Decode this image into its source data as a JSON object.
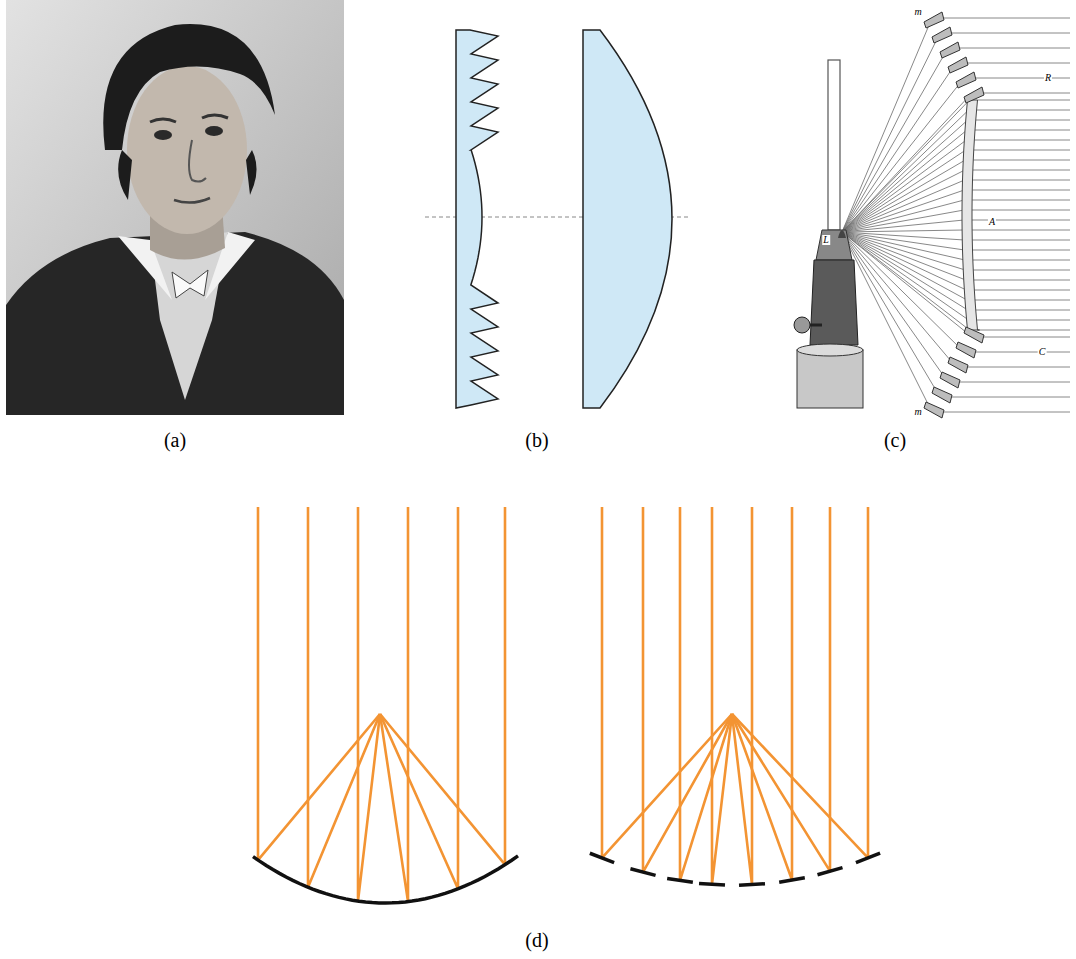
{
  "diagram": {
    "labels": [
      "(a)",
      "(b)",
      "(c)",
      "(d)",
      "m",
      "R",
      "L",
      "A",
      "C",
      "m"
    ]
  }
}
